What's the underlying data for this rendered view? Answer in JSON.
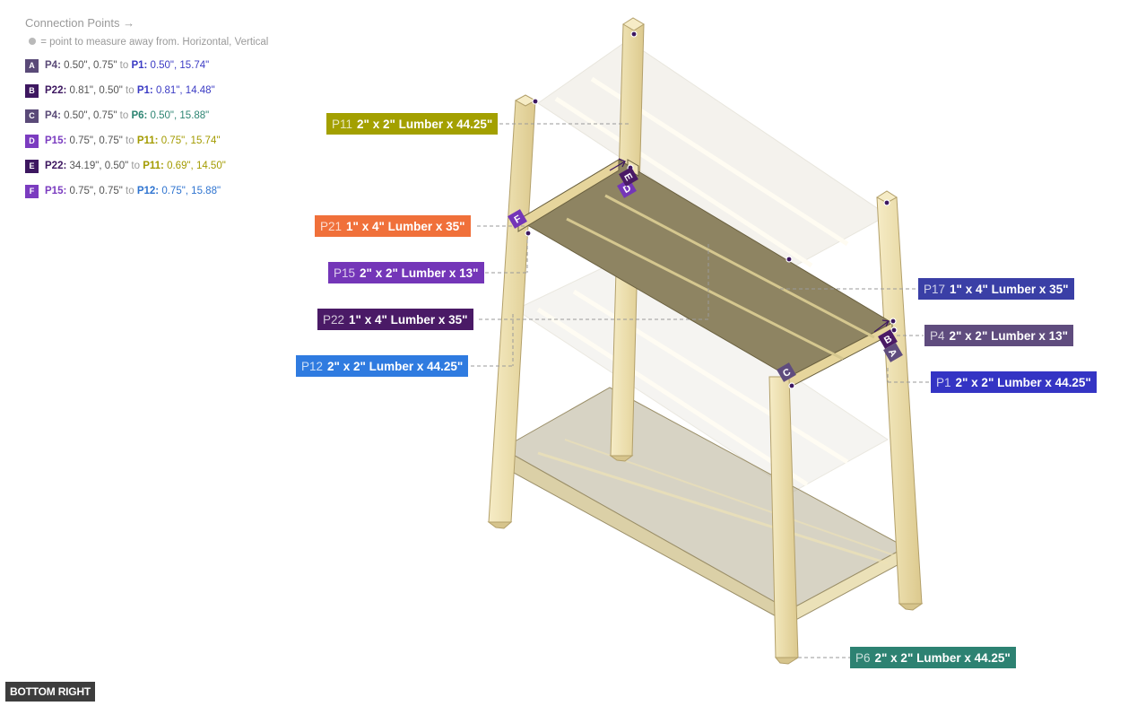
{
  "legend": {
    "title": "Connection Points →",
    "note": "= point to measure away from. Horizontal, Vertical",
    "rows": [
      {
        "badge": "A",
        "badge_color": "#5a4a78",
        "from_part": "P4:",
        "from_color": "#5a4a78",
        "from_val": "0.50\", 0.75\"",
        "to_word": "to",
        "to_part": "P1:",
        "to_color": "#3b3bc4",
        "to_val": "0.50\", 15.74\""
      },
      {
        "badge": "B",
        "badge_color": "#3d1760",
        "from_part": "P22:",
        "from_color": "#3d1760",
        "from_val": "0.81\", 0.50\"",
        "to_word": "to",
        "to_part": "P1:",
        "to_color": "#3b3bc4",
        "to_val": "0.81\", 14.48\""
      },
      {
        "badge": "C",
        "badge_color": "#5a4a78",
        "from_part": "P4:",
        "from_color": "#5a4a78",
        "from_val": "0.50\", 0.75\"",
        "to_word": "to",
        "to_part": "P6:",
        "to_color": "#2e8573",
        "to_val": "0.50\", 15.88\""
      },
      {
        "badge": "D",
        "badge_color": "#7b3cc0",
        "from_part": "P15:",
        "from_color": "#7b3cc0",
        "from_val": "0.75\", 0.75\"",
        "to_word": "to",
        "to_part": "P11:",
        "to_color": "#a39b00",
        "to_val": "0.75\", 15.74\""
      },
      {
        "badge": "E",
        "badge_color": "#3d1760",
        "from_part": "P22:",
        "from_color": "#3d1760",
        "from_val": "34.19\", 0.50\"",
        "to_word": "to",
        "to_part": "P11:",
        "to_color": "#a39b00",
        "to_val": "0.69\", 14.50\""
      },
      {
        "badge": "F",
        "badge_color": "#7b3cc0",
        "from_part": "P15:",
        "from_color": "#7b3cc0",
        "from_val": "0.75\", 0.75\"",
        "to_word": "to",
        "to_part": "P12:",
        "to_color": "#2f74d0",
        "to_val": "0.75\", 15.88\""
      }
    ]
  },
  "parts": [
    {
      "id": "P11",
      "desc": "2\" x 2\" Lumber x 44.25\"",
      "color": "#a3a000"
    },
    {
      "id": "P21",
      "desc": "1\" x 4\" Lumber  x 35\"",
      "color": "#f0703a"
    },
    {
      "id": "P15",
      "desc": "2\" x 2\" Lumber x 13\"",
      "color": "#7436b8"
    },
    {
      "id": "P22",
      "desc": "1\" x 4\" Lumber  x 35\"",
      "color": "#4a1a66"
    },
    {
      "id": "P12",
      "desc": "2\" x 2\" Lumber x 44.25\"",
      "color": "#2f7be0"
    },
    {
      "id": "P17",
      "desc": "1\" x 4\" Lumber  x 35\"",
      "color": "#3a3fa6"
    },
    {
      "id": "P4",
      "desc": "2\" x 2\" Lumber x 13\"",
      "color": "#5f4c7e"
    },
    {
      "id": "P1",
      "desc": "2\" x 2\" Lumber x 44.25\"",
      "color": "#3434c4"
    },
    {
      "id": "P6",
      "desc": "2\" x 2\" Lumber x 44.25\"",
      "color": "#2d8272"
    }
  ],
  "markers": [
    {
      "letter": "F",
      "color": "#7436b8"
    },
    {
      "letter": "D",
      "color": "#7436b8"
    },
    {
      "letter": "E",
      "color": "#4a1a66"
    },
    {
      "letter": "C",
      "color": "#5f4c7e"
    },
    {
      "letter": "B",
      "color": "#4a1a66"
    },
    {
      "letter": "A",
      "color": "#5f4c7e"
    }
  ],
  "view_button": "BOTTOM RIGHT"
}
